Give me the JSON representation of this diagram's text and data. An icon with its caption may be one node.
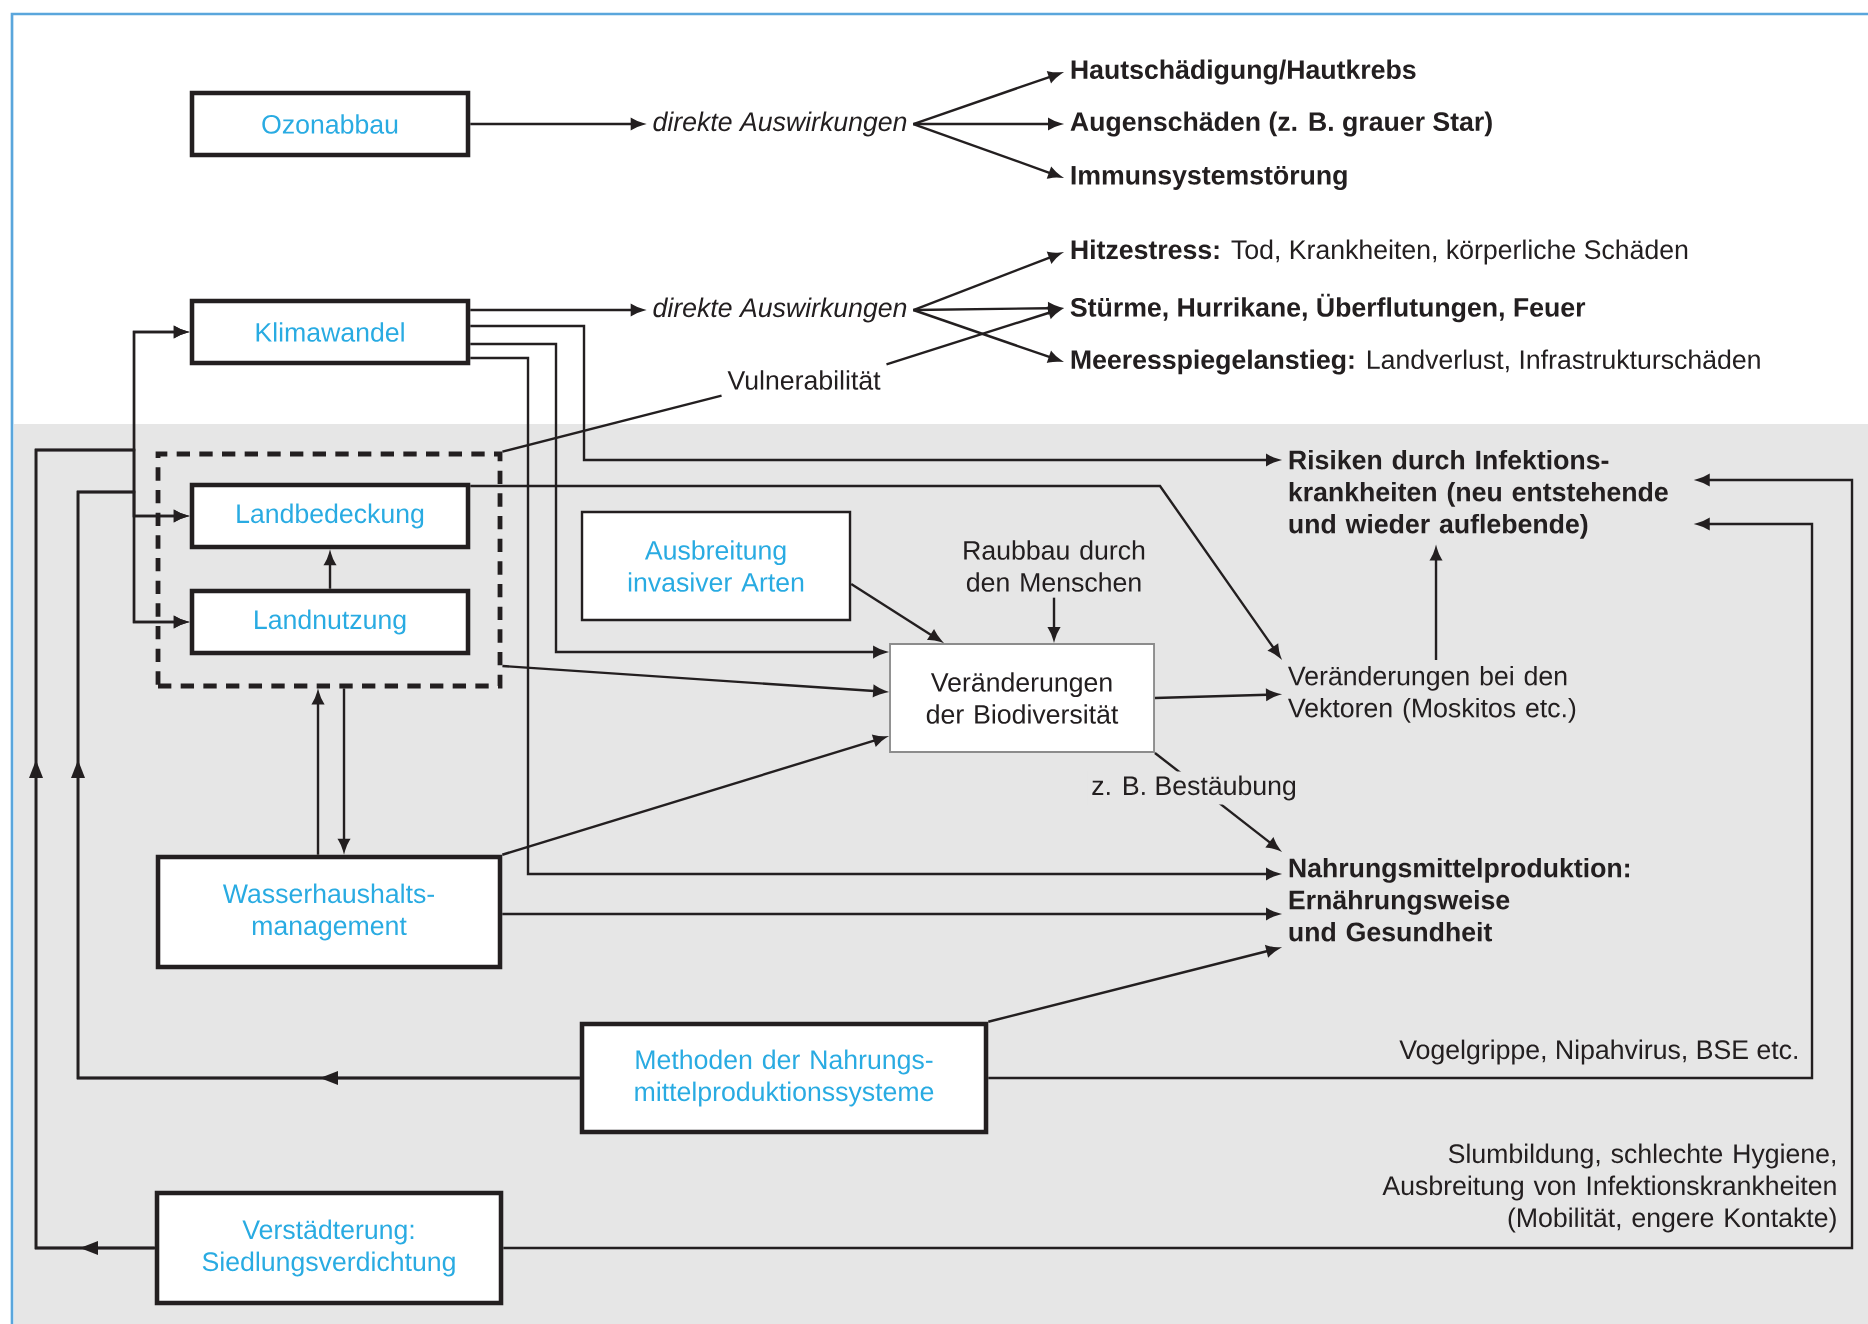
{
  "diagram": {
    "nodes": [
      {
        "text": [
          "Ozonabbau"
        ]
      },
      {
        "text": [
          "direkte Auswirkungen"
        ]
      },
      {
        "text": [
          "Hautschädigung/Hautkrebs"
        ]
      },
      {
        "text": [
          "Augenschäden (z. B. grauer Star)"
        ]
      },
      {
        "text": [
          "Immunsystemstörung"
        ]
      },
      {
        "text": [
          "Klimawandel"
        ]
      },
      {
        "text": [
          "direkte Auswirkungen"
        ]
      },
      {
        "text": [
          "**Hitzestress:** Tod, Krankheiten, körperliche Schäden"
        ]
      },
      {
        "text": [
          "Stürme, Hurrikane, Überflutungen, Feuer"
        ]
      },
      {
        "text": [
          "**Meeresspiegelanstieg:** Landverlust, Infrastrukturschäden"
        ]
      },
      {
        "text": [
          "Vulnerabilität"
        ]
      },
      {
        "text": [],
        "shape": "box"
      },
      {
        "text": [
          "Landbedeckung"
        ],
        "in": 11
      },
      {
        "text": [
          "Landnutzung"
        ],
        "in": 11
      },
      {
        "text": [
          "Ausbreitung invasiver Arten"
        ]
      },
      {
        "text": [
          "Raubbau durch den Menschen"
        ]
      },
      {
        "text": [
          "Risiken durch Infektions- krankheiten (neu entstehende und wieder auflebende)"
        ]
      },
      {
        "text": [
          "Veränderungen der Biodiversität"
        ]
      },
      {
        "text": [
          "Veränderungen bei den Vektoren (Moskitos etc.)"
        ]
      },
      {
        "text": [
          "Wasserhaushalts- management"
        ]
      },
      {
        "text": [
          "Nahrungsmittelproduktion: Ernährungsweise und Gesundheit"
        ]
      },
      {
        "text": [
          "Methoden der Nahrungs- mittelproduktionssysteme"
        ]
      },
      {
        "text": [
          "Verstädterung: Siedlungsverdichtung"
        ]
      }
    ],
    "edges": [
      {
        "from": 0,
        "to": 1,
        "arrow": "to"
      },
      {
        "from": 1,
        "to": 2,
        "arrow": "to"
      },
      {
        "from": 1,
        "to": 3,
        "arrow": "to"
      },
      {
        "from": 1,
        "to": 4,
        "arrow": "to"
      },
      {
        "from": 5,
        "to": 6,
        "arrow": "to"
      },
      {
        "from": 6,
        "to": 7,
        "arrow": "to"
      },
      {
        "from": 6,
        "to": 8,
        "arrow": "to"
      },
      {
        "from": 6,
        "to": 9,
        "arrow": "to"
      },
      {
        "from": 11,
        "to": 10,
        "arrow": "none"
      },
      {
        "from": 10,
        "to": 8,
        "arrow": "to"
      },
      {
        "from": 5,
        "to": 16,
        "arrow": "to"
      },
      {
        "from": 5,
        "to": 17,
        "arrow": "to"
      },
      {
        "from": 5,
        "to": 20,
        "arrow": "to"
      },
      {
        "from": 12,
        "to": 18,
        "arrow": "to"
      },
      {
        "from": 22,
        "to": 5,
        "arrow": "to"
      },
      {
        "from": 22,
        "to": 12,
        "arrow": "to"
      },
      {
        "from": 22,
        "to": 13,
        "arrow": "to"
      },
      {
        "from": 21,
        "to": 5,
        "arrow": "to"
      },
      {
        "from": 21,
        "to": 12,
        "arrow": "to"
      },
      {
        "from": 21,
        "to": 13,
        "arrow": "to"
      },
      {
        "from": 13,
        "to": 12,
        "arrow": "to"
      },
      {
        "from": 11,
        "to": 17,
        "arrow": "to"
      },
      {
        "from": 19,
        "to": 11,
        "arrow": "to"
      },
      {
        "from": 11,
        "to": 19,
        "arrow": "to"
      },
      {
        "from": 19,
        "to": 17,
        "arrow": "to"
      },
      {
        "from": 19,
        "to": 20,
        "arrow": "to"
      },
      {
        "from": 14,
        "to": 17,
        "arrow": "to"
      },
      {
        "from": 15,
        "to": 17,
        "arrow": "to"
      },
      {
        "from": 17,
        "to": 18,
        "arrow": "to"
      },
      {
        "from": 17,
        "to": 20,
        "arrow": "to",
        "label": "z. B. Bestäubung"
      },
      {
        "from": 18,
        "to": 16,
        "arrow": "to"
      },
      {
        "from": 21,
        "to": 20,
        "arrow": "to"
      },
      {
        "from": 21,
        "to": 16,
        "arrow": "to",
        "label": "Vogelgrippe, Nipahvirus, BSE etc."
      },
      {
        "from": 22,
        "to": 16,
        "arrow": "to",
        "label": "Slumbildung, schlechte Hygiene, Ausbreitung von Infektionskrankheiten (Mobilität, engere Kontakte)"
      }
    ]
  }
}
